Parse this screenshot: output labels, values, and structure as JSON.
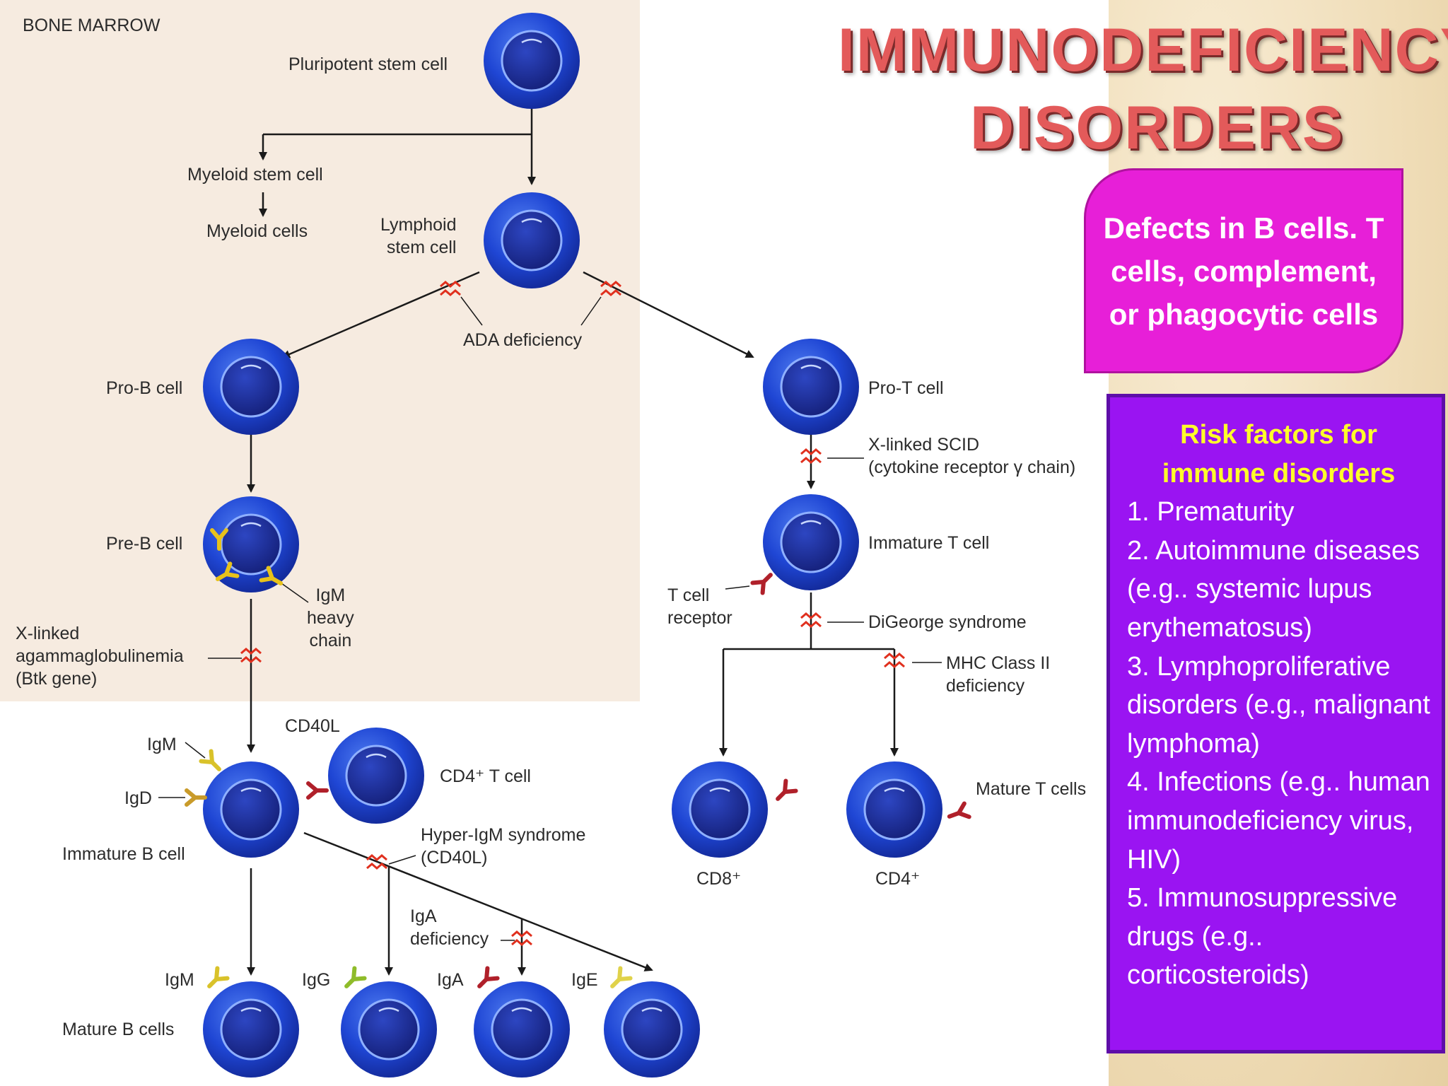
{
  "title": {
    "line1": "IMMUNODEFICIENCY",
    "line2": "DISORDERS"
  },
  "defects_box": {
    "text": "Defects in B cells. T cells, complement, or phagocytic cells"
  },
  "risk_box": {
    "title": "Risk factors for immune disorders",
    "items": [
      "1. Prematurity",
      "2. Autoimmune diseases (e.g.. systemic lupus erythematosus)",
      "3. Lymphoproliferative disorders (e.g., malignant lymphoma)",
      "4. Infections (e.g.. human immunodeficiency virus, HIV)",
      "5. Immunosuppressive drugs (e.g.. corticosteroids)"
    ]
  },
  "diagram": {
    "bone_marrow": "BONE MARROW",
    "pluripotent": "Pluripotent stem cell",
    "myeloid_stem": "Myeloid stem cell",
    "myeloid_cells": "Myeloid cells",
    "lymphoid_stem": "Lymphoid\nstem cell",
    "ada": "ADA deficiency",
    "pro_b": "Pro-B cell",
    "pre_b": "Pre-B cell",
    "igm_heavy": "IgM\nheavy\nchain",
    "xla": "X-linked\nagammaglobulinemia\n(Btk gene)",
    "cd40l": "CD40L",
    "igm_label": "IgM",
    "igd_label": "IgD",
    "cd4_t_cell": "CD4⁺ T cell",
    "immature_b": "Immature B cell",
    "hyper_igm": "Hyper-IgM syndrome\n(CD40L)",
    "iga_deficiency": "IgA\ndeficiency",
    "mature_b_cells": "Mature B cells",
    "mature_igm": "IgM",
    "mature_igg": "IgG",
    "mature_iga": "IgA",
    "mature_ige": "IgE",
    "pro_t": "Pro-T cell",
    "x_scid": "X-linked SCID\n(cytokine receptor γ chain)",
    "immature_t": "Immature T cell",
    "t_cell_receptor": "T cell\nreceptor",
    "digeorge": "DiGeorge syndrome",
    "mhc2": "MHC Class II\ndeficiency",
    "mature_t_cells": "Mature T cells",
    "cd8_label": "CD8⁺",
    "cd4_label": "CD4⁺"
  },
  "colors": {
    "cell_outer": "#1a3fd0",
    "cell_inner": "#1c2d9a",
    "defect_box": "#e71fd8",
    "risk_box": "#9a14f2",
    "risk_title": "#ffff2a",
    "title": "#e35a5a",
    "block_mark": "#e0301e"
  }
}
